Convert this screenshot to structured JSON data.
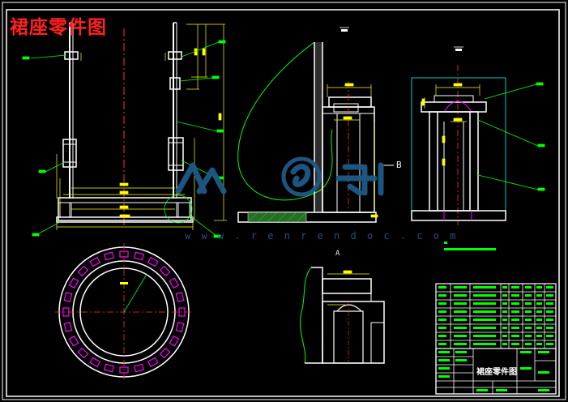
{
  "drawing": {
    "title": "裙座零件图",
    "titleblock_name": "裙座零件图",
    "view_labels": {
      "section_b": "B",
      "detail_a": "A"
    },
    "watermark": {
      "url": "w w w . r e n r e n d o c . c o m"
    },
    "colors": {
      "background": "#000000",
      "outline": "#ffffff",
      "dimension": "#ffff00",
      "leader": "#00ff00",
      "annular_slots": "#ff00ff",
      "centerline": "#ff3030",
      "titleblock": "#00ff00",
      "title_text": "#ff2020",
      "watermark": "#1e5a86"
    }
  }
}
